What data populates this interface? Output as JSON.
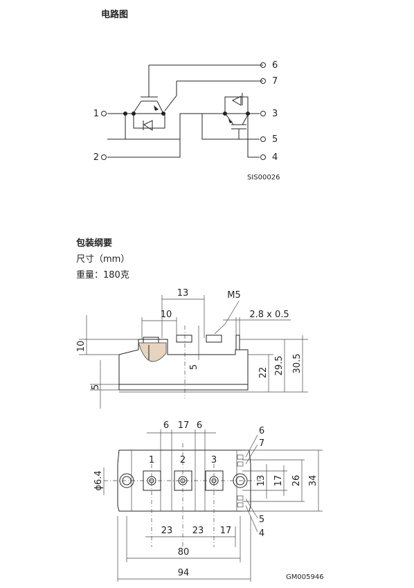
{
  "circuit_section": {
    "heading": "电路图",
    "terminal_labels": [
      "1",
      "2",
      "3",
      "4",
      "5",
      "6",
      "7"
    ],
    "drawing_code": "SIS00026"
  },
  "package_section": {
    "heading": "包装纲要",
    "dimension_label": "尺寸（mm）",
    "weight_label": "重量：",
    "weight_value": "180克",
    "side_view": {
      "dims": {
        "d13": "13",
        "d10_top": "10",
        "m5": "M5",
        "d28x05": "2.8 x 0.5",
        "d10_left": "10",
        "d5_left": "5",
        "d5_mid": "5",
        "d22": "22",
        "d295": "29.5",
        "d305": "30.5"
      }
    },
    "top_view": {
      "terminal_numbers": [
        "1",
        "2",
        "3"
      ],
      "dims": {
        "d6a": "6",
        "d17": "17",
        "d6b": "6",
        "p6": "6",
        "p7": "7",
        "p5": "5",
        "p4": "4",
        "d13": "13",
        "d17v": "17",
        "d26": "26",
        "d34": "34",
        "phi": "ϕ6.4",
        "d23a": "23",
        "d23b": "23",
        "d17b": "17",
        "d80": "80",
        "d94": "94"
      },
      "drawing_code": "GM005946"
    }
  }
}
